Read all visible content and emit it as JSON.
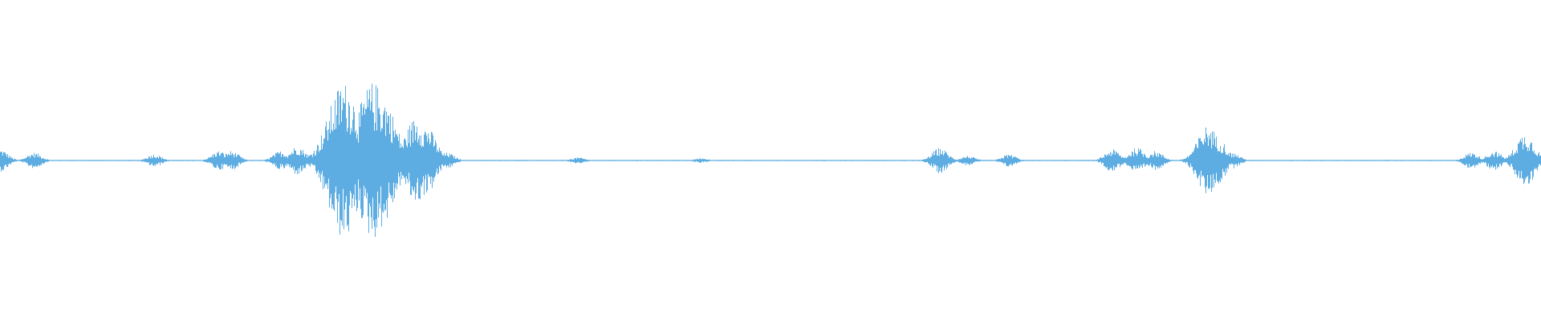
{
  "waveform": {
    "color": "#5dade2",
    "background": "#ffffff",
    "duration_fraction_peaks": [
      {
        "t": 0.0,
        "amp": 0.07
      },
      {
        "t": 0.022,
        "amp": 0.05
      },
      {
        "t": 0.1,
        "amp": 0.04
      },
      {
        "t": 0.142,
        "amp": 0.06
      },
      {
        "t": 0.15,
        "amp": 0.06
      },
      {
        "t": 0.182,
        "amp": 0.06
      },
      {
        "t": 0.193,
        "amp": 0.09
      },
      {
        "t": 0.223,
        "amp": 0.49
      },
      {
        "t": 0.229,
        "amp": 0.3
      },
      {
        "t": 0.242,
        "amp": 0.49
      },
      {
        "t": 0.247,
        "amp": 0.42
      },
      {
        "t": 0.27,
        "amp": 0.27
      },
      {
        "t": 0.276,
        "amp": 0.22
      },
      {
        "t": 0.29,
        "amp": 0.05
      },
      {
        "t": 0.375,
        "amp": 0.02
      },
      {
        "t": 0.455,
        "amp": 0.015
      },
      {
        "t": 0.61,
        "amp": 0.08
      },
      {
        "t": 0.628,
        "amp": 0.03
      },
      {
        "t": 0.655,
        "amp": 0.04
      },
      {
        "t": 0.722,
        "amp": 0.07
      },
      {
        "t": 0.738,
        "amp": 0.08
      },
      {
        "t": 0.75,
        "amp": 0.06
      },
      {
        "t": 0.784,
        "amp": 0.22
      },
      {
        "t": 0.79,
        "amp": 0.15
      },
      {
        "t": 0.8,
        "amp": 0.05
      },
      {
        "t": 0.955,
        "amp": 0.05
      },
      {
        "t": 0.97,
        "amp": 0.06
      },
      {
        "t": 0.989,
        "amp": 0.08
      },
      {
        "t": 0.99,
        "amp": 0.17
      }
    ]
  }
}
